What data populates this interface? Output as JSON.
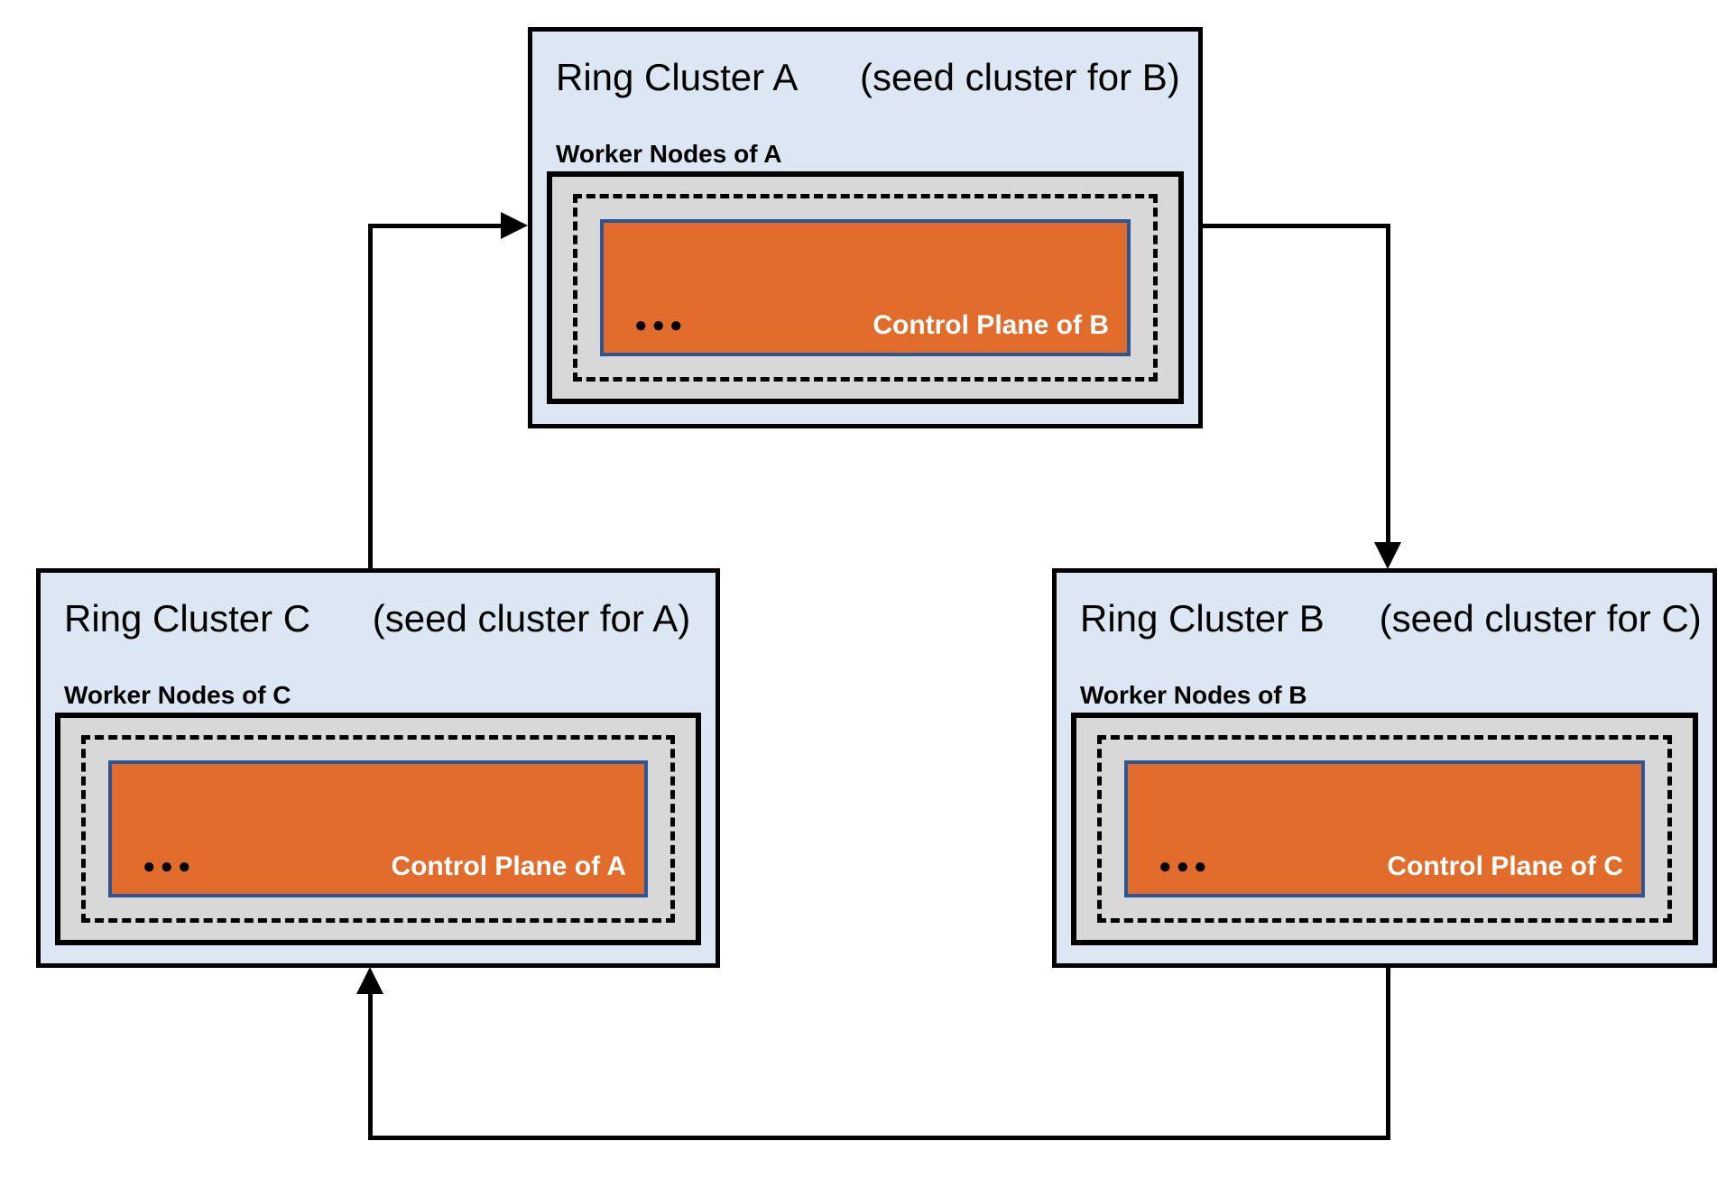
{
  "diagram": {
    "clusters": {
      "a": {
        "title": "Ring Cluster A",
        "seed_note": "(seed cluster for B)",
        "worker_label": "Worker Nodes of A",
        "dots": "●●●",
        "control_plane_label": "Control Plane of B"
      },
      "c": {
        "title": "Ring Cluster C",
        "seed_note": "(seed cluster for A)",
        "worker_label": "Worker Nodes of C",
        "dots": "●●●",
        "control_plane_label": "Control Plane of A"
      },
      "b": {
        "title": "Ring Cluster B",
        "seed_note": "(seed cluster for C)",
        "worker_label": "Worker Nodes of B",
        "dots": "●●●",
        "control_plane_label": "Control Plane of C"
      }
    },
    "connections": [
      {
        "from": "Ring Cluster C",
        "to": "Ring Cluster A",
        "meaning": "C hosts control plane of A"
      },
      {
        "from": "Ring Cluster A",
        "to": "Ring Cluster B",
        "meaning": "A hosts control plane of B"
      },
      {
        "from": "Ring Cluster B",
        "to": "Ring Cluster C",
        "meaning": "B hosts control plane of C"
      }
    ],
    "colors": {
      "cluster_bg": "#dce7f3",
      "worker_area_bg": "#d8d8d8",
      "control_plane_bg": "#e16c2b",
      "control_plane_border": "#2e5593",
      "line_color": "#000000"
    }
  }
}
